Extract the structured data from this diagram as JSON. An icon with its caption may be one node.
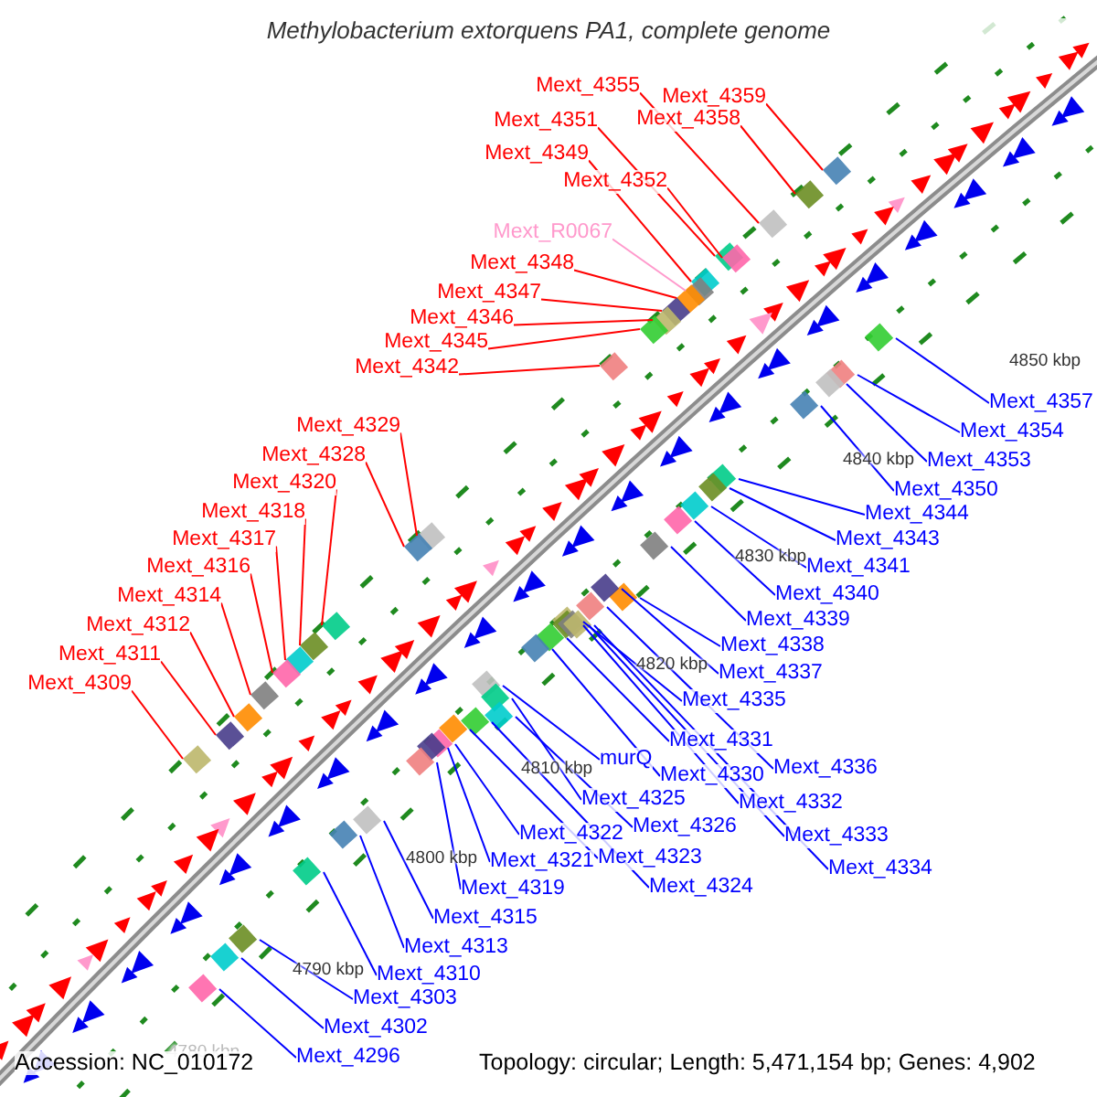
{
  "diagram": {
    "title": "Methylobacterium extorquens PA1, complete genome",
    "nodes": [
      {
        "text": [
          "Mext_4355"
        ]
      },
      {
        "text": [
          "Mext_4359"
        ]
      },
      {
        "text": [
          "Mext_4351"
        ]
      },
      {
        "text": [
          "Mext_4358"
        ]
      },
      {
        "text": [
          "Mext_4349"
        ]
      },
      {
        "text": [
          "Mext_4352"
        ]
      },
      {
        "text": [
          "Mext_R0067"
        ]
      },
      {
        "text": [
          "Mext_4348"
        ]
      },
      {
        "text": [
          "Mext_4347"
        ]
      },
      {
        "text": [
          "Mext_4346"
        ]
      },
      {
        "text": [
          "Mext_4345"
        ]
      },
      {
        "text": [
          "Mext_4342"
        ]
      },
      {
        "text": [
          "Mext_4329"
        ]
      },
      {
        "text": [
          "Mext_4328"
        ]
      },
      {
        "text": [
          "Mext_4320"
        ]
      },
      {
        "text": [
          "Mext_4318"
        ]
      },
      {
        "text": [
          "Mext_4317"
        ]
      },
      {
        "text": [
          "Mext_4316"
        ]
      },
      {
        "text": [
          "Mext_4314"
        ]
      },
      {
        "text": [
          "Mext_4312"
        ]
      },
      {
        "text": [
          "Mext_4311"
        ]
      },
      {
        "text": [
          "Mext_4309"
        ]
      },
      {
        "text": [
          "Mext_4357"
        ]
      },
      {
        "text": [
          "Mext_4354"
        ]
      },
      {
        "text": [
          "Mext_4353"
        ]
      },
      {
        "text": [
          "Mext_4350"
        ]
      },
      {
        "text": [
          "Mext_4344"
        ]
      },
      {
        "text": [
          "Mext_4343"
        ]
      },
      {
        "text": [
          "Mext_4341"
        ]
      },
      {
        "text": [
          "Mext_4340"
        ]
      },
      {
        "text": [
          "Mext_4339"
        ]
      },
      {
        "text": [
          "Mext_4338"
        ]
      },
      {
        "text": [
          "Mext_4337"
        ]
      },
      {
        "text": [
          "Mext_4335"
        ]
      },
      {
        "text": [
          "Mext_4331"
        ]
      },
      {
        "text": [
          "Mext_4336"
        ]
      },
      {
        "text": [
          "murQ"
        ]
      },
      {
        "text": [
          "Mext_4330"
        ]
      },
      {
        "text": [
          "Mext_4325"
        ]
      },
      {
        "text": [
          "Mext_4332"
        ]
      },
      {
        "text": [
          "Mext_4326"
        ]
      },
      {
        "text": [
          "Mext_4322"
        ]
      },
      {
        "text": [
          "Mext_4333"
        ]
      },
      {
        "text": [
          "Mext_4323"
        ]
      },
      {
        "text": [
          "Mext_4321"
        ]
      },
      {
        "text": [
          "Mext_4334"
        ]
      },
      {
        "text": [
          "Mext_4324"
        ]
      },
      {
        "text": [
          "Mext_4319"
        ]
      },
      {
        "text": [
          "Mext_4315"
        ]
      },
      {
        "text": [
          "Mext_4313"
        ]
      },
      {
        "text": [
          "Mext_4310"
        ]
      },
      {
        "text": [
          "Mext_4303"
        ]
      },
      {
        "text": [
          "Mext_4302"
        ]
      },
      {
        "text": [
          "Mext_4296"
        ]
      }
    ],
    "edges": [
      {
        "from": 0,
        "to": null,
        "arrow": "none",
        "color": "#ff0000"
      },
      {
        "from": 1,
        "to": null,
        "arrow": "none",
        "color": "#ff0000"
      },
      {
        "from": 2,
        "to": null,
        "arrow": "none",
        "color": "#ff0000"
      },
      {
        "from": 3,
        "to": null,
        "arrow": "none",
        "color": "#ff0000"
      },
      {
        "from": 4,
        "to": null,
        "arrow": "none",
        "color": "#ff0000"
      },
      {
        "from": 5,
        "to": null,
        "arrow": "none",
        "color": "#ff0000"
      },
      {
        "from": 6,
        "to": null,
        "arrow": "none",
        "color": "#ff99cc"
      },
      {
        "from": 7,
        "to": null,
        "arrow": "none",
        "color": "#ff0000"
      },
      {
        "from": 8,
        "to": null,
        "arrow": "none",
        "color": "#ff0000"
      },
      {
        "from": 9,
        "to": null,
        "arrow": "none",
        "color": "#ff0000"
      },
      {
        "from": 10,
        "to": null,
        "arrow": "none",
        "color": "#ff0000"
      },
      {
        "from": 11,
        "to": null,
        "arrow": "none",
        "color": "#ff0000"
      },
      {
        "from": 12,
        "to": null,
        "arrow": "none",
        "color": "#ff0000"
      },
      {
        "from": 13,
        "to": null,
        "arrow": "none",
        "color": "#ff0000"
      },
      {
        "from": 14,
        "to": null,
        "arrow": "none",
        "color": "#ff0000"
      },
      {
        "from": 15,
        "to": null,
        "arrow": "none",
        "color": "#ff0000"
      },
      {
        "from": 16,
        "to": null,
        "arrow": "none",
        "color": "#ff0000"
      },
      {
        "from": 17,
        "to": null,
        "arrow": "none",
        "color": "#ff0000"
      },
      {
        "from": 18,
        "to": null,
        "arrow": "none",
        "color": "#ff0000"
      },
      {
        "from": 19,
        "to": null,
        "arrow": "none",
        "color": "#ff0000"
      },
      {
        "from": 20,
        "to": null,
        "arrow": "none",
        "color": "#ff0000"
      },
      {
        "from": 21,
        "to": null,
        "arrow": "none",
        "color": "#ff0000"
      },
      {
        "from": 22,
        "to": null,
        "arrow": "none"
      },
      {
        "from": 23,
        "to": null,
        "arrow": "none"
      },
      {
        "from": 24,
        "to": null,
        "arrow": "none"
      },
      {
        "from": 25,
        "to": null,
        "arrow": "none"
      },
      {
        "from": 26,
        "to": null,
        "arrow": "none"
      },
      {
        "from": 27,
        "to": null,
        "arrow": "none"
      },
      {
        "from": 28,
        "to": null,
        "arrow": "none"
      },
      {
        "from": 29,
        "to": null,
        "arrow": "none"
      },
      {
        "from": 30,
        "to": null,
        "arrow": "none"
      },
      {
        "from": 31,
        "to": null,
        "arrow": "none"
      },
      {
        "from": 32,
        "to": null,
        "arrow": "none"
      },
      {
        "from": 33,
        "to": null,
        "arrow": "none"
      },
      {
        "from": 34,
        "to": null,
        "arrow": "none"
      },
      {
        "from": 35,
        "to": null,
        "arrow": "none"
      },
      {
        "from": 36,
        "to": null,
        "arrow": "none"
      },
      {
        "from": 37,
        "to": null,
        "arrow": "none"
      },
      {
        "from": 38,
        "to": null,
        "arrow": "none"
      },
      {
        "from": 39,
        "to": null,
        "arrow": "none"
      },
      {
        "from": 40,
        "to": null,
        "arrow": "none"
      },
      {
        "from": 41,
        "to": null,
        "arrow": "none"
      },
      {
        "from": 42,
        "to": null,
        "arrow": "none"
      },
      {
        "from": 43,
        "to": null,
        "arrow": "none"
      },
      {
        "from": 44,
        "to": null,
        "arrow": "none"
      },
      {
        "from": 45,
        "to": null,
        "arrow": "none"
      },
      {
        "from": 46,
        "to": null,
        "arrow": "none"
      },
      {
        "from": 47,
        "to": null,
        "arrow": "none"
      },
      {
        "from": 48,
        "to": null,
        "arrow": "none"
      },
      {
        "from": 49,
        "to": null,
        "arrow": "none"
      },
      {
        "from": 50,
        "to": null,
        "arrow": "none"
      },
      {
        "from": 51,
        "to": null,
        "arrow": "none"
      },
      {
        "from": 52,
        "to": null,
        "arrow": "none"
      },
      {
        "from": 53,
        "to": null,
        "arrow": "none"
      }
    ],
    "labels": [
      "4850 kbp",
      "4840 kbp",
      "4830 kbp",
      "4820 kbp",
      "4810 kbp",
      "4800 kbp",
      "4790 kbp",
      "4780 kbp",
      "Accession: NC_010172",
      "Topology: circular; Length: 5,471,154 bp; Genes: 4,902"
    ]
  }
}
